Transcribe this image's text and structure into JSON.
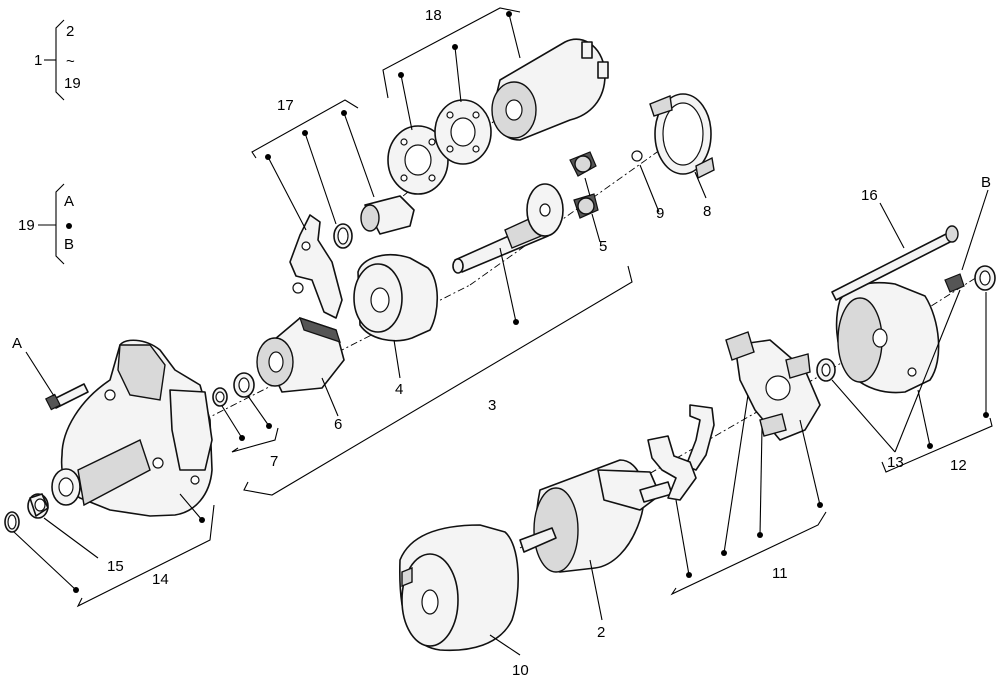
{
  "legend": {
    "group_1": {
      "number": "1",
      "from": "2",
      "tilde": "~",
      "to": "19"
    },
    "group_19": {
      "number": "19",
      "a": "A",
      "dot": "•",
      "b": "B"
    }
  },
  "callouts": {
    "a": "A",
    "b": "B",
    "p2": "2",
    "p3": "3",
    "p4": "4",
    "p5": "5",
    "p6": "6",
    "p7": "7",
    "p8": "8",
    "p9": "9",
    "p10": "10",
    "p11": "11",
    "p12": "12",
    "p13": "13",
    "p14": "14",
    "p15": "15",
    "p16": "16",
    "p17": "17",
    "p18": "18"
  }
}
